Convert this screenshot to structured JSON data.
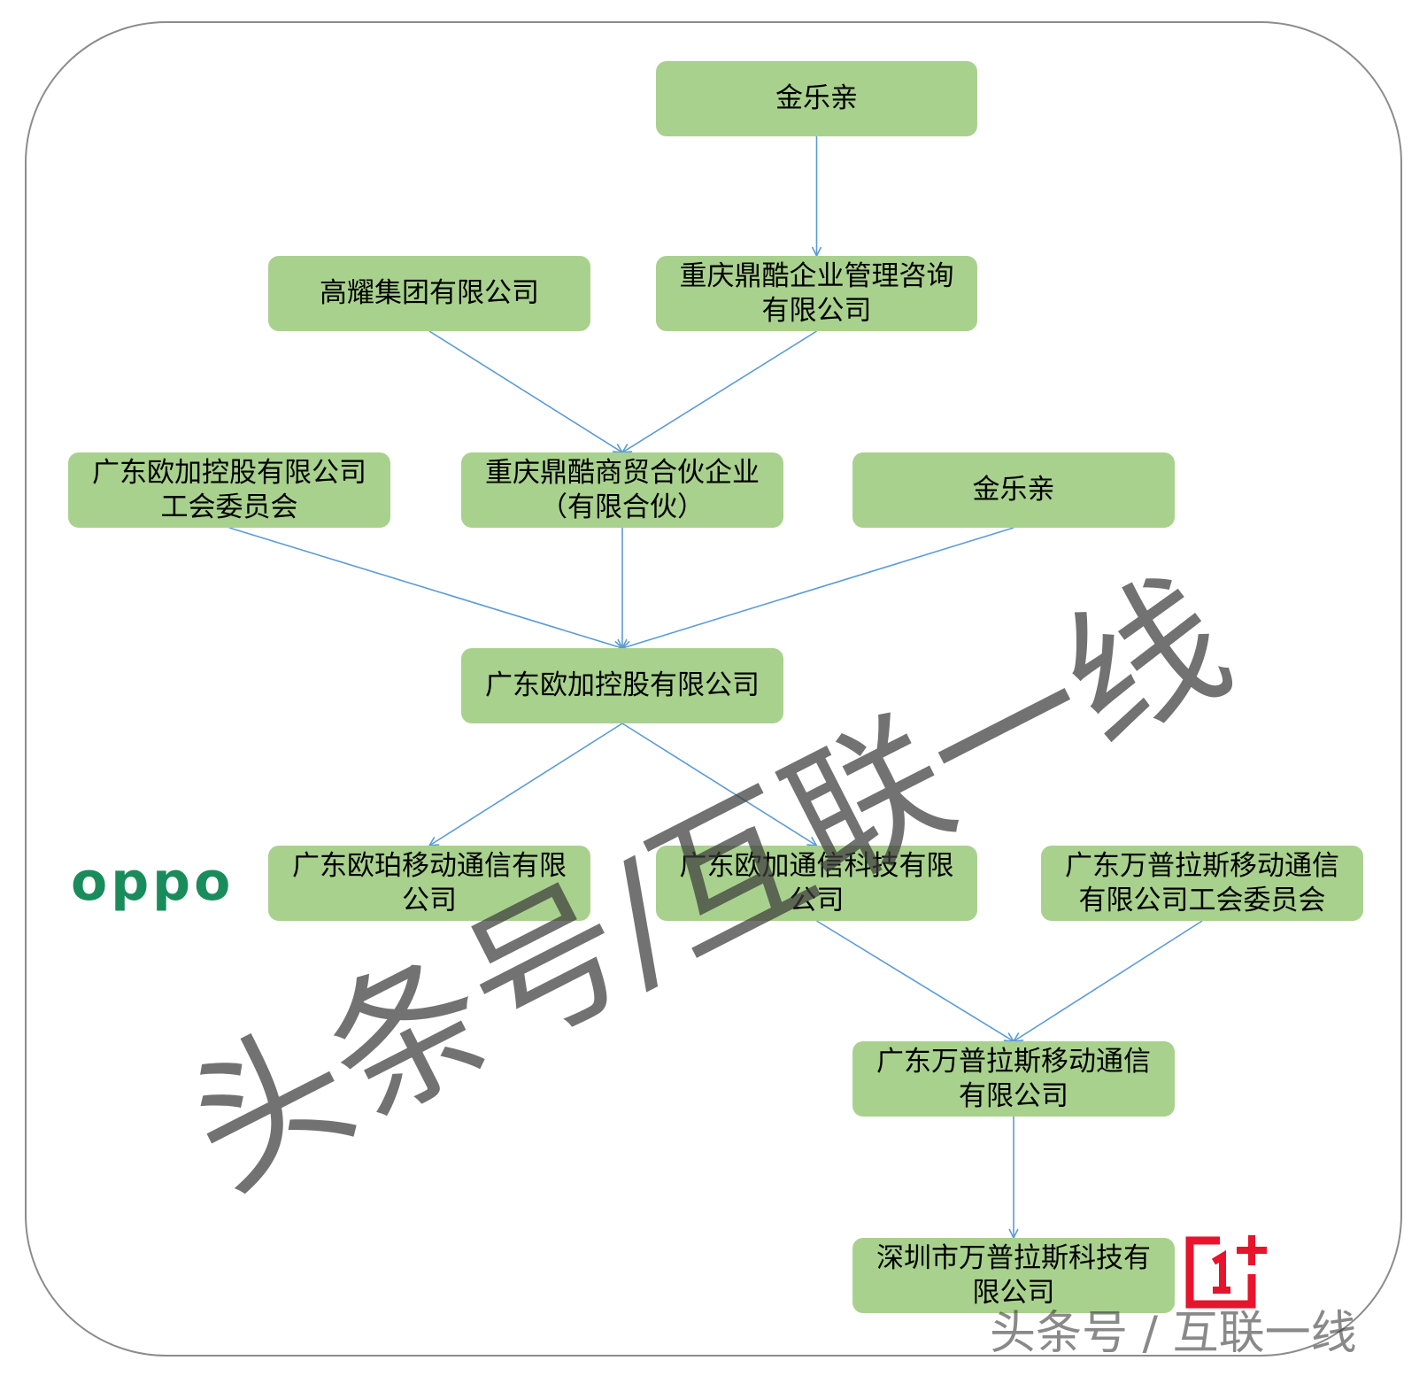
{
  "nodes": [
    {
      "id": "n1",
      "label": "金乐亲"
    },
    {
      "id": "n2",
      "label": "高耀集团有限公司"
    },
    {
      "id": "n3",
      "label": "重庆鼎酷企业管理咨询\n有限公司"
    },
    {
      "id": "n4",
      "label": "广东欧加控股有限公司\n工会委员会"
    },
    {
      "id": "n5",
      "label": "重庆鼎酷商贸合伙企业\n（有限合伙）"
    },
    {
      "id": "n6",
      "label": "金乐亲"
    },
    {
      "id": "n7",
      "label": "广东欧加控股有限公司"
    },
    {
      "id": "n8",
      "label": "广东欧珀移动通信有限\n公司"
    },
    {
      "id": "n9",
      "label": "广东欧加通信科技有限\n公司"
    },
    {
      "id": "n10",
      "label": "广东万普拉斯移动通信\n有限公司工会委员会"
    },
    {
      "id": "n11",
      "label": "广东万普拉斯移动通信\n有限公司"
    },
    {
      "id": "n12",
      "label": "深圳市万普拉斯科技有\n限公司"
    }
  ],
  "edges": [
    {
      "from": "n1",
      "to": "n3"
    },
    {
      "from": "n2",
      "to": "n5"
    },
    {
      "from": "n3",
      "to": "n5"
    },
    {
      "from": "n4",
      "to": "n7"
    },
    {
      "from": "n5",
      "to": "n7"
    },
    {
      "from": "n6",
      "to": "n7"
    },
    {
      "from": "n7",
      "to": "n8"
    },
    {
      "from": "n7",
      "to": "n9"
    },
    {
      "from": "n9",
      "to": "n11"
    },
    {
      "from": "n10",
      "to": "n11"
    },
    {
      "from": "n11",
      "to": "n12"
    }
  ],
  "logos": {
    "oppo": "oppo",
    "oneplus": "1+"
  },
  "watermarks": {
    "big": "头条号/互联一线",
    "small": "头条号 / 互联一线"
  },
  "colors": {
    "node_fill": "#a9d18e",
    "edge": "#5b9bd5",
    "frame": "#8c8c8c",
    "oppo_green": "#1a8c5b",
    "oneplus_red": "#e8132c"
  }
}
